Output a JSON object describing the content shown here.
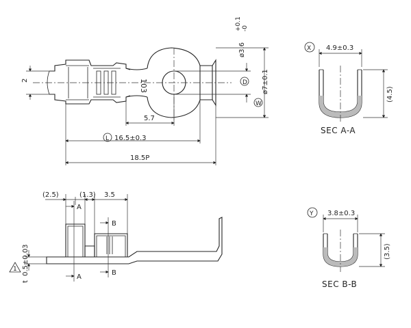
{
  "top_view": {
    "dim_wire": "2",
    "part_number": "103",
    "dim_ring_inner": "ø3.6",
    "dim_ring_inner_tol_upper": "+0.1",
    "dim_ring_inner_tol_lower": "-0",
    "dim_ring_outer": "ø7±0.1",
    "label_d": "D",
    "label_w": "W",
    "label_l": "L",
    "dim_5_7": "5.7",
    "dim_l": "16.5±0.3",
    "dim_pitch": "18.5P"
  },
  "side_view": {
    "dim_2_5": "(2.5)",
    "dim_1_3": "(1.3)",
    "dim_3_5": "3.5",
    "section_a": "A",
    "section_b": "B",
    "dim_thickness": "0.5±0.03",
    "dim_thickness_tol": "t",
    "warning_label": "1"
  },
  "section_aa": {
    "label_x": "X",
    "dim_width": "4.9±0.3",
    "dim_height": "(4.5)",
    "title": "SEC A-A"
  },
  "section_bb": {
    "label_y": "Y",
    "dim_width": "3.8±0.3",
    "dim_height": "(3.5)",
    "title": "SEC B-B"
  }
}
